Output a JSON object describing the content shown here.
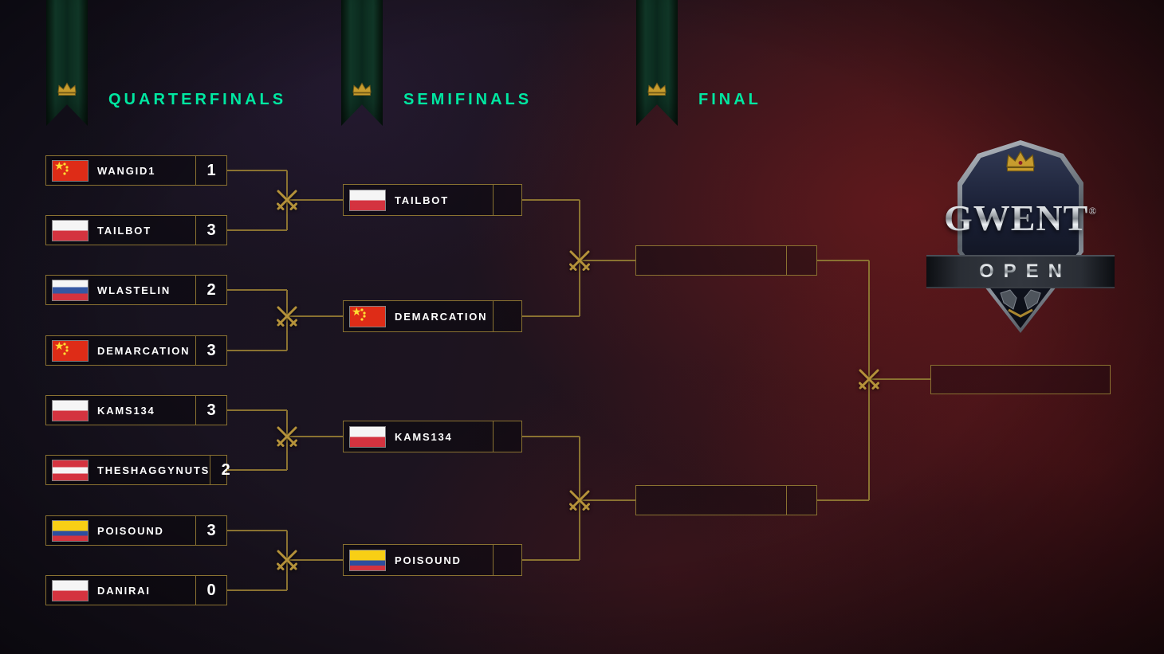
{
  "rounds": {
    "quarterfinals": {
      "label": "QUARTERFINALS"
    },
    "semifinals": {
      "label": "SEMIFINALS"
    },
    "final": {
      "label": "FINAL"
    }
  },
  "quarterfinal_entries": [
    {
      "name": "WANGID1",
      "flag": "china",
      "score": "1"
    },
    {
      "name": "TAILBOT",
      "flag": "poland",
      "score": "3"
    },
    {
      "name": "WLASTELIN",
      "flag": "russia",
      "score": "2"
    },
    {
      "name": "DEMARCATION",
      "flag": "china",
      "score": "3"
    },
    {
      "name": "KAMS134",
      "flag": "poland",
      "score": "3"
    },
    {
      "name": "THESHAGGYNUTS",
      "flag": "austria",
      "score": "2"
    },
    {
      "name": "POISOUND",
      "flag": "colombia",
      "score": "3"
    },
    {
      "name": "DANIRAI",
      "flag": "poland",
      "score": "0"
    }
  ],
  "semifinal_entries": [
    {
      "name": "TAILBOT",
      "flag": "poland",
      "score": ""
    },
    {
      "name": "DEMARCATION",
      "flag": "china",
      "score": ""
    },
    {
      "name": "KAMS134",
      "flag": "poland",
      "score": ""
    },
    {
      "name": "POISOUND",
      "flag": "colombia",
      "score": ""
    }
  ],
  "final_slots": [
    {
      "name": "",
      "score": ""
    },
    {
      "name": "",
      "score": ""
    }
  ],
  "champion_slot": {
    "name": ""
  },
  "logo": {
    "title": "GWENT",
    "registered_mark": "®",
    "subtitle": "OPEN"
  },
  "colors": {
    "round_header": "#00e7a1",
    "bracket_gold": "#8a7231"
  },
  "icons": {
    "banner": "crown-icon",
    "match_junction": "crossed-swords-icon",
    "flags_used": [
      "china",
      "poland",
      "russia",
      "austria",
      "colombia"
    ]
  }
}
